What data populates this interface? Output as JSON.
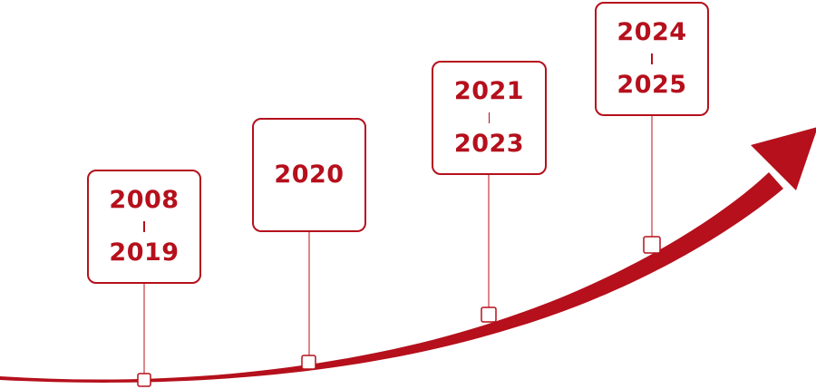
{
  "milestones": [
    {
      "start": "2008",
      "end": "2019"
    },
    {
      "start": "2020",
      "end": ""
    },
    {
      "start": "2021",
      "end": "2023"
    },
    {
      "start": "2024",
      "end": "2025"
    }
  ],
  "colors": {
    "accent": "#b5101c",
    "marker_fill": "#ffffff",
    "background": "#ffffff"
  }
}
